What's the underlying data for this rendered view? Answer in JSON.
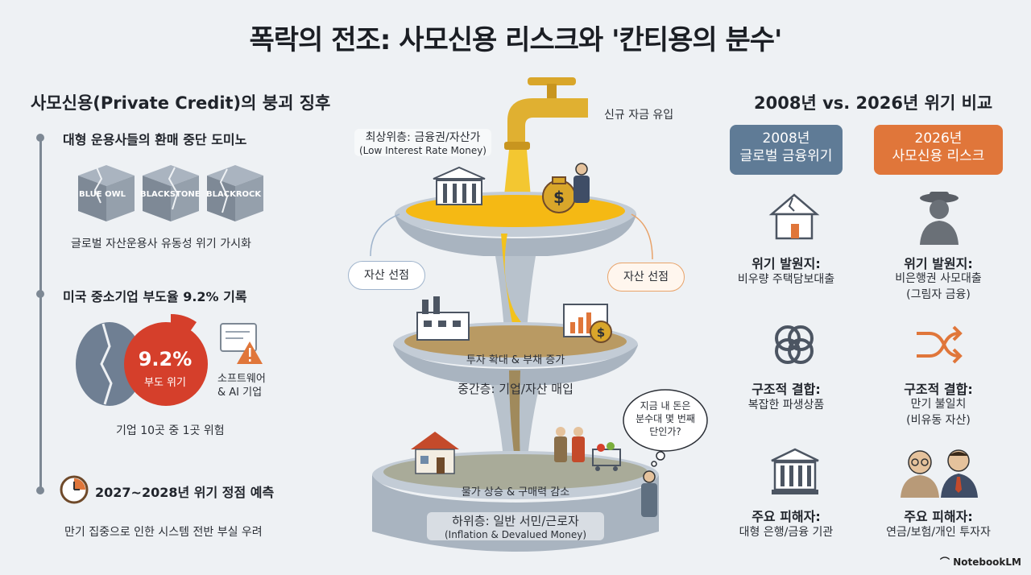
{
  "title": "폭락의 전조: 사모신용 리스크와 '칸티용의 분수'",
  "left": {
    "heading": "사모신용(Private Credit)의 붕괴 징후",
    "section1": {
      "title": "대형 운용사들의 환매 중단 도미노",
      "cubes": [
        "BLUE OWL",
        "BLACKSTONE",
        "BLACKROCK"
      ],
      "caption": "글로벌 자산운용사 유동성 위기 가시화"
    },
    "section2": {
      "title": "미국 중소기업 부도율 9.2% 기록",
      "pie_value": "9.2%",
      "pie_label": "부도 위기",
      "callout": "소프트웨어\n& AI 기업",
      "caption": "기업 10곳 중 1곳 위험"
    },
    "section3": {
      "title": "2027~2028년 위기 정점 예측",
      "caption": "만기 집중으로 인한 시스템 전반 부실 우려"
    }
  },
  "center": {
    "faucet_label": "신규 자금 유입",
    "top_tier_label": "최상위층: 금융권/자산가",
    "top_tier_sub": "(Low Interest Rate Money)",
    "asset_left": "자산 선점",
    "asset_right": "자산 선점",
    "mid_bowl_text": "투자 확대 & 부채 증가",
    "mid_tier_label": "중간층: 기업/자산 매입",
    "thought": "지금 내 돈은\n분수대 몇 번째\n단인가?",
    "bottom_bowl_text": "물가 상승 & 구매력 감소",
    "bottom_tier_label": "하위층: 일반 서민/근로자",
    "bottom_tier_sub": "(Inflation & Devalued Money)"
  },
  "right": {
    "heading": "2008년 vs. 2026년 위기 비교",
    "col_2008": {
      "badge": "2008년\n글로벌 금융위기",
      "color": "#5f7b96",
      "origin_title": "위기 발원지:",
      "origin_value": "비우량 주택담보대출",
      "structure_title": "구조적 결합:",
      "structure_value": "복잡한 파생상품",
      "victim_title": "주요 피해자:",
      "victim_value": "대형 은행/금융 기관"
    },
    "col_2026": {
      "badge": "2026년\n사모신용 리스크",
      "color": "#e0763a",
      "origin_title": "위기 발원지:",
      "origin_value": "비은행권 사모대출\n(그림자 금융)",
      "structure_title": "구조적 결합:",
      "structure_value": "만기 불일치\n(비유동 자산)",
      "victim_title": "주요 피해자:",
      "victim_value": "연금/보험/개인 투자자"
    }
  },
  "brand": "NotebookLM"
}
